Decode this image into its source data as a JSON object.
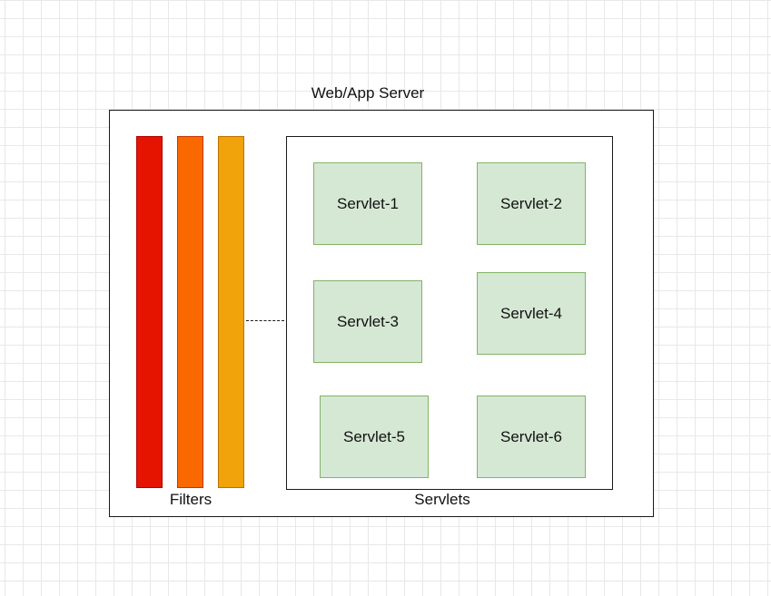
{
  "diagram": {
    "server_label": "Web/App Server",
    "filters_label": "Filters",
    "servlets_label": "Servlets",
    "filters": [
      {
        "fill": "#e51400",
        "stroke": "#b20000"
      },
      {
        "fill": "#fa6800",
        "stroke": "#c73500"
      },
      {
        "fill": "#f0a30a",
        "stroke": "#bd7000"
      }
    ],
    "servlets": [
      {
        "label": "Servlet-1"
      },
      {
        "label": "Servlet-2"
      },
      {
        "label": "Servlet-3"
      },
      {
        "label": "Servlet-4"
      },
      {
        "label": "Servlet-5"
      },
      {
        "label": "Servlet-6"
      }
    ],
    "colors": {
      "servlet_fill": "#d5e8d4",
      "servlet_stroke": "#82b366",
      "border": "#1a1a1a"
    }
  }
}
